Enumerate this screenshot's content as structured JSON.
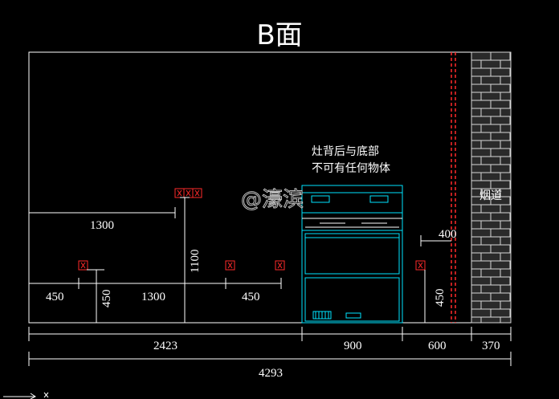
{
  "title": "B面",
  "watermark": "@濠滨",
  "note_line1": "灶背后与底部",
  "note_line2": "不可有任何物体",
  "flue_label": "烟道",
  "dims": {
    "d1300_top": "1300",
    "d450_left": "450",
    "d450_vert_left": "450",
    "d1300_mid": "1300",
    "d1100": "1100",
    "d450_right": "450",
    "d400": "400",
    "d450_vert_right": "450",
    "d2423": "2423",
    "d900": "900",
    "d600": "600",
    "d370": "370",
    "d4293": "4293"
  },
  "colors": {
    "background": "#000000",
    "frame": "#ffffff",
    "socket": "#ff2a2a",
    "appliance": "#00e5ff",
    "flue_line": "#ff2a2a",
    "brick": "#d8d8d8"
  },
  "icons": {
    "socket": "power-socket-icon",
    "ucs": "ucs-axis-icon"
  }
}
